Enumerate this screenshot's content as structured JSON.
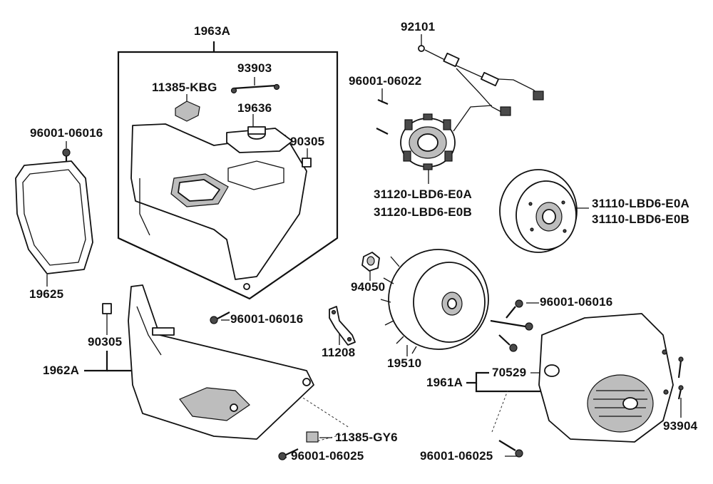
{
  "diagram": {
    "title": "",
    "labels": [
      {
        "key": "1963A",
        "text": "1963A"
      },
      {
        "key": "92101",
        "text": "92101"
      },
      {
        "key": "93903",
        "text": "93903"
      },
      {
        "key": "11385_KBG",
        "text": "11385-KBG"
      },
      {
        "key": "96001_06022",
        "text": "96001-06022"
      },
      {
        "key": "19636",
        "text": "19636"
      },
      {
        "key": "96001_06016_a",
        "text": "96001-06016"
      },
      {
        "key": "90305_a",
        "text": "90305"
      },
      {
        "key": "31120_E0A",
        "text": "31120-LBD6-E0A"
      },
      {
        "key": "31120_E0B",
        "text": "31120-LBD6-E0B"
      },
      {
        "key": "31110_E0A",
        "text": "31110-LBD6-E0A"
      },
      {
        "key": "31110_E0B",
        "text": "31110-LBD6-E0B"
      },
      {
        "key": "19625",
        "text": "19625"
      },
      {
        "key": "94050",
        "text": "94050"
      },
      {
        "key": "96001_06016_b",
        "text": "96001-06016"
      },
      {
        "key": "96001_06016_c",
        "text": "96001-06016"
      },
      {
        "key": "90305_b",
        "text": "90305"
      },
      {
        "key": "11208",
        "text": "11208"
      },
      {
        "key": "1962A",
        "text": "1962A"
      },
      {
        "key": "19510",
        "text": "19510"
      },
      {
        "key": "70529",
        "text": "70529"
      },
      {
        "key": "1961A",
        "text": "1961A"
      },
      {
        "key": "11385_GY6",
        "text": "11385-GY6"
      },
      {
        "key": "93904",
        "text": "93904"
      },
      {
        "key": "96001_06025_a",
        "text": "96001-06025"
      },
      {
        "key": "96001_06025_b",
        "text": "96001-06025"
      }
    ]
  }
}
